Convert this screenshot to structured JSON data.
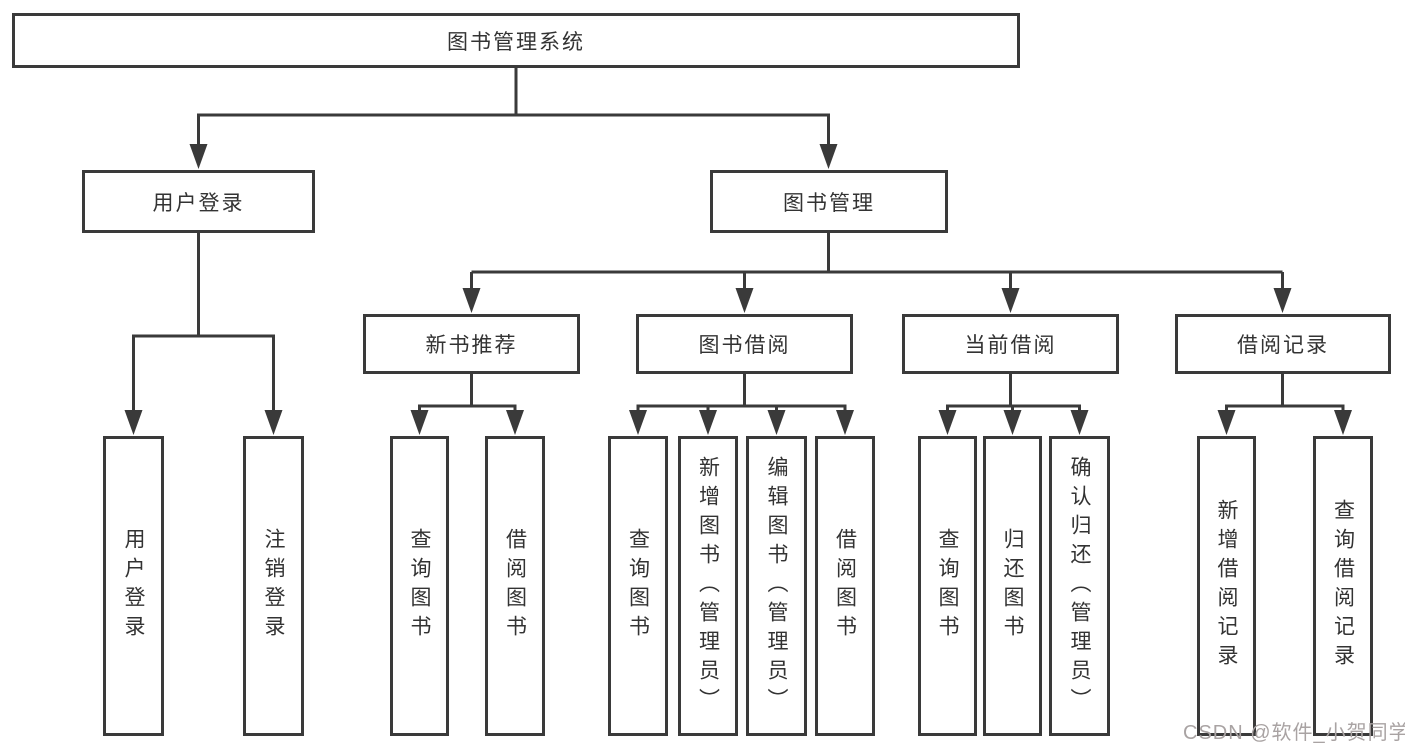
{
  "tree": {
    "root": {
      "label": "图书管理系统"
    },
    "children": [
      {
        "label": "用户登录",
        "children": [
          {
            "label": "用户登录"
          },
          {
            "label": "注销登录"
          }
        ]
      },
      {
        "label": "图书管理",
        "children": [
          {
            "label": "新书推荐",
            "children": [
              {
                "label": "查询图书"
              },
              {
                "label": "借阅图书"
              }
            ]
          },
          {
            "label": "图书借阅",
            "children": [
              {
                "label": "查询图书"
              },
              {
                "label": "新增图书（管理员）"
              },
              {
                "label": "编辑图书（管理员）"
              },
              {
                "label": "借阅图书"
              }
            ]
          },
          {
            "label": "当前借阅",
            "children": [
              {
                "label": "查询图书"
              },
              {
                "label": "归还图书"
              },
              {
                "label": "确认归还（管理员）"
              }
            ]
          },
          {
            "label": "借阅记录",
            "children": [
              {
                "label": "新增借阅记录"
              },
              {
                "label": "查询借阅记录"
              }
            ]
          }
        ]
      }
    ]
  },
  "watermark": {
    "text": "CSDN @软件_小贺同学"
  },
  "colors": {
    "line": "#3a3a3a",
    "text": "#333333",
    "watermark": "#a9a3a3",
    "background": "#ffffff"
  }
}
